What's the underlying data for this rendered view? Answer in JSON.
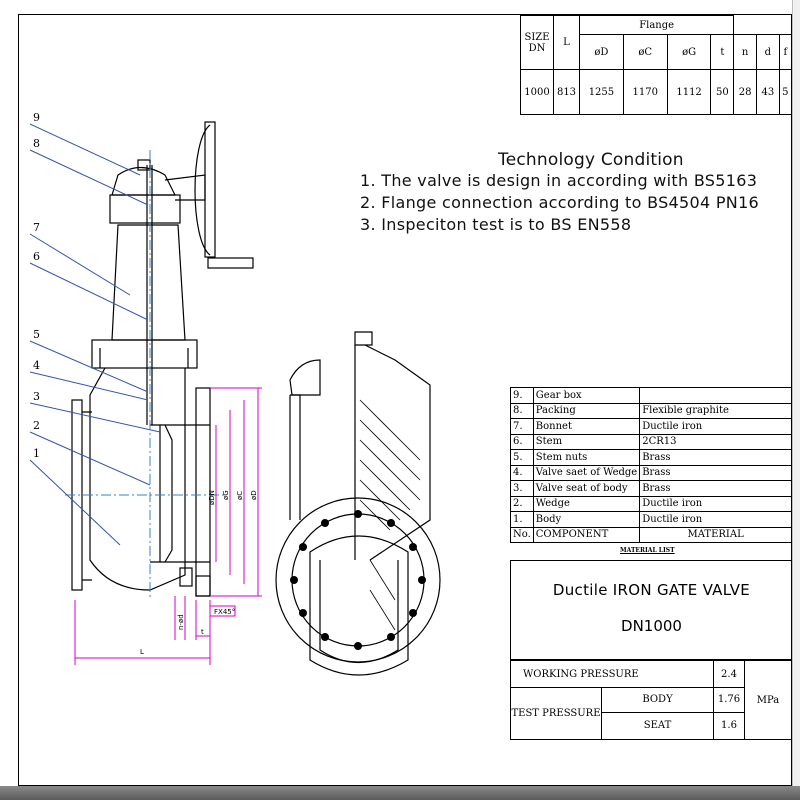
{
  "spec_table": {
    "size_label": "SIZE",
    "dn_label": "DN",
    "l_label": "L",
    "flange_label": "Flange",
    "columns": [
      "øD",
      "øC",
      "øG",
      "t",
      "n",
      "d",
      "f"
    ],
    "values": {
      "dn": "1000",
      "l": "813",
      "D": "1255",
      "C": "1170",
      "G": "1112",
      "t": "50",
      "n": "28",
      "d": "43",
      "f": "5"
    }
  },
  "technology": {
    "title": "Technology Condition",
    "lines": [
      "1. The valve is design in according with BS5163",
      "2. Flange connection according to BS4504 PN16",
      "3. Inspeciton test is to BS EN558"
    ]
  },
  "material_list": {
    "caption": "MATERIAL LIST",
    "header": {
      "no": "No.",
      "component": "COMPONENT",
      "material": "MATERIAL"
    },
    "items": [
      {
        "no": "9.",
        "component": "Gear box",
        "material": ""
      },
      {
        "no": "8.",
        "component": "Packing",
        "material": "Flexible graphite"
      },
      {
        "no": "7.",
        "component": "Bonnet",
        "material": "Ductile iron"
      },
      {
        "no": "6.",
        "component": "Stem",
        "material": "2CR13"
      },
      {
        "no": "5.",
        "component": "Stem nuts",
        "material": "Brass"
      },
      {
        "no": "4.",
        "component": "Valve saet of Wedge",
        "material": "Brass"
      },
      {
        "no": "3.",
        "component": "Valve seat of body",
        "material": "Brass"
      },
      {
        "no": "2.",
        "component": "Wedge",
        "material": "Ductile iron"
      },
      {
        "no": "1.",
        "component": "Body",
        "material": "Ductile iron"
      }
    ]
  },
  "title_block": {
    "title": "Ductile IRON GATE VALVE",
    "size": "DN1000"
  },
  "pressure": {
    "working_label": "WORKING PRESSURE",
    "working_value": "2.4",
    "test_label": "TEST PRESSURE",
    "body_label": "BODY",
    "body_value": "1.76",
    "seat_label": "SEAT",
    "seat_value": "1.6",
    "unit": "MPa"
  },
  "drawing": {
    "part_numbers": [
      "9",
      "8",
      "7",
      "6",
      "5",
      "4",
      "3",
      "2",
      "1"
    ],
    "dim_labels": {
      "length": "L",
      "thickness": "t",
      "chamfer": "FX45°",
      "bolt": "n-ød",
      "dia_D": "øD",
      "dia_C": "øC",
      "dia_G": "øG",
      "dia_DN": "øDN"
    },
    "colors": {
      "line": "#000000",
      "dimension": "#d000d0",
      "centerline": "#3b7fc4",
      "leader": "#3355aa"
    }
  }
}
